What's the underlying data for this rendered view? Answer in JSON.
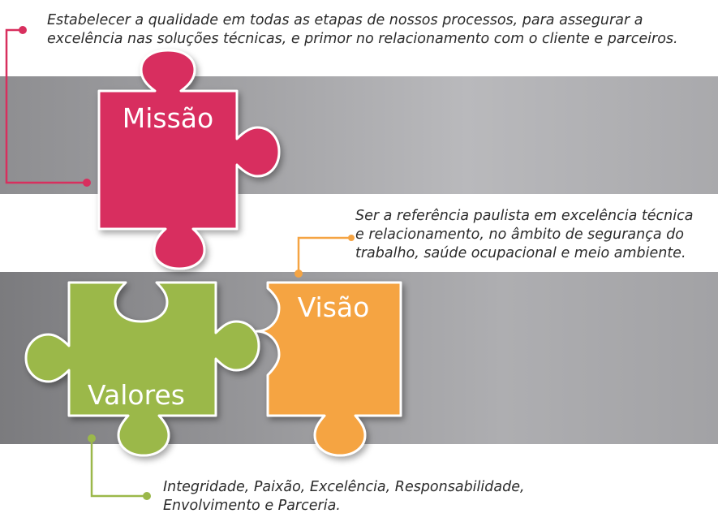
{
  "colors": {
    "missao": "#d82f5e",
    "visao": "#f5a443",
    "valores": "#9bb84a",
    "connector_missao": "#d82f5e",
    "connector_visao": "#f5a443",
    "connector_valores": "#9bb84a"
  },
  "pieces": {
    "missao": {
      "label": "Missão"
    },
    "visao": {
      "label": "Visão"
    },
    "valores": {
      "label": "Valores"
    }
  },
  "texts": {
    "missao": [
      "Estabelecer a qualidade em todas as etapas de nossos processos, para assegurar a",
      "excelência nas soluções técnicas, e primor no relacionamento com o cliente e parceiros."
    ],
    "visao": [
      "Ser a referência paulista em excelência técnica",
      "e relacionamento, no âmbito de segurança do",
      "trabalho, saúde ocupacional e meio ambiente."
    ],
    "valores": [
      "Integridade, Paixão, Excelência, Responsabilidade,",
      "Envolvimento e Parceria."
    ]
  }
}
